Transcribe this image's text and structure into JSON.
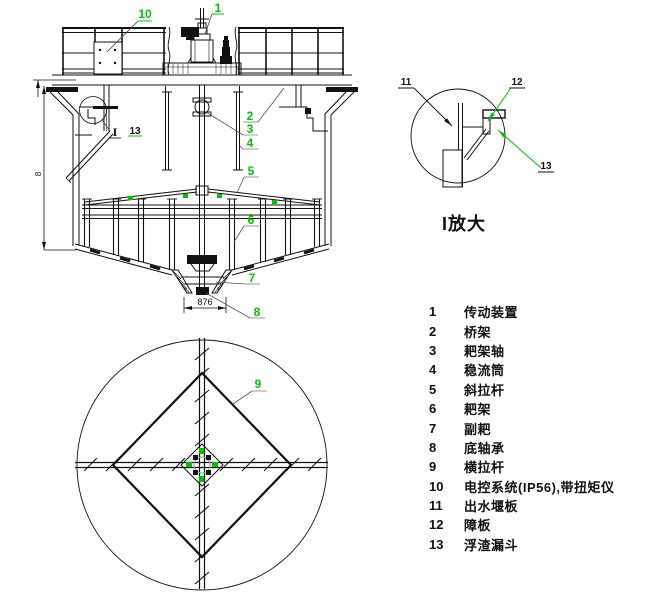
{
  "colors": {
    "callout_green": "#00c400",
    "line_black": "#111111",
    "leader_gray": "#555555",
    "underline_gray": "#9a9a9a"
  },
  "main_view": {
    "callouts": {
      "c1": "1",
      "c2": "2",
      "c3": "3",
      "c4": "4",
      "c5": "5",
      "c6": "6",
      "c7": "7",
      "c8": "8",
      "c10": "10",
      "c13": "13",
      "marker": "I"
    },
    "dims": {
      "width": "876",
      "height": "8"
    }
  },
  "detail_view": {
    "title": "I放大",
    "callouts": {
      "c11": "11",
      "c12": "12",
      "c13": "13"
    }
  },
  "plan_view": {
    "callouts": {
      "c9": "9"
    }
  },
  "parts_list": {
    "items": [
      {
        "num": "1",
        "name": "传动装置"
      },
      {
        "num": "2",
        "name": "桥架"
      },
      {
        "num": "3",
        "name": "耙架轴"
      },
      {
        "num": "4",
        "name": "稳流筒"
      },
      {
        "num": "5",
        "name": "斜拉杆"
      },
      {
        "num": "6",
        "name": "耙架"
      },
      {
        "num": "7",
        "name": "副耙"
      },
      {
        "num": "8",
        "name": "底轴承"
      },
      {
        "num": "9",
        "name": "横拉杆"
      },
      {
        "num": "10",
        "name": "电控系统(IP56),带扭矩仪"
      },
      {
        "num": "11",
        "name": "出水堰板"
      },
      {
        "num": "12",
        "name": "障板"
      },
      {
        "num": "13",
        "name": "浮渣漏斗"
      }
    ]
  }
}
